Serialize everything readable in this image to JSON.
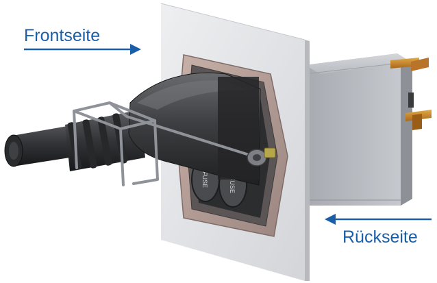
{
  "labels": {
    "front": "Frontseite",
    "back": "Rückseite"
  },
  "colors": {
    "label_text": "#1a5da8",
    "arrow": "#1a5da8",
    "panel": "#dfe0e3",
    "plug_body": "#3a3b3d",
    "module_housing": "#b9bcc1",
    "terminals": "#c98a2a"
  },
  "fuse_marking": [
    "FUSE",
    "FUSE"
  ]
}
